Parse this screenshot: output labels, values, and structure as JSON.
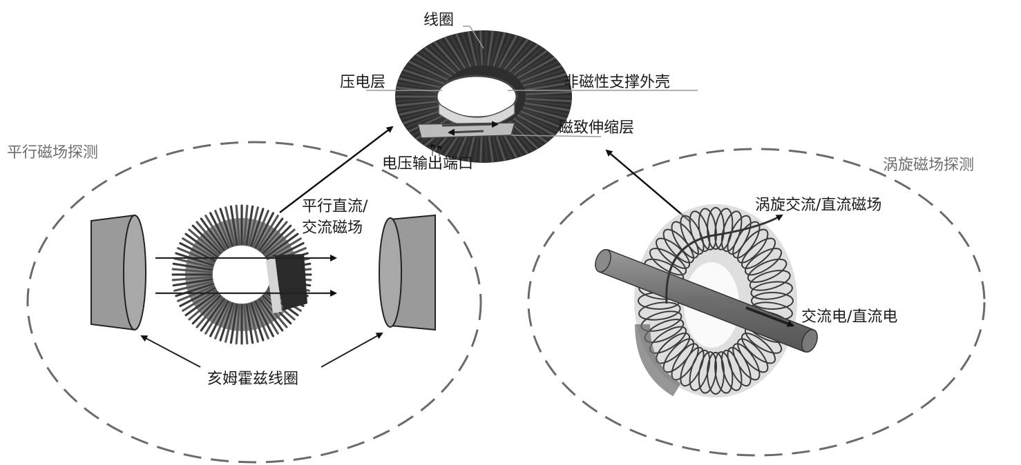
{
  "top_device": {
    "coil": "线圈",
    "piezo_layer": "压电层",
    "shell": "非磁性支撑外壳",
    "magnetostrictive_layer": "磁致伸缩层",
    "voltage_port": "电压输出端口"
  },
  "left_panel": {
    "title": "平行磁场探测",
    "field_label_line1": "平行直流/",
    "field_label_line2": "交流磁场",
    "helmholtz": "亥姆霍兹线圈"
  },
  "right_panel": {
    "title": "涡旋磁场探测",
    "field_label": "涡旋交流/直流磁场",
    "current_label": "交流电/直流电"
  },
  "colors": {
    "coil": "#3a3a3a",
    "magnet": "#9a9a9a",
    "dashed": "#6a6a6a",
    "text": "#1a1a1a",
    "title": "#6e6e6e"
  }
}
